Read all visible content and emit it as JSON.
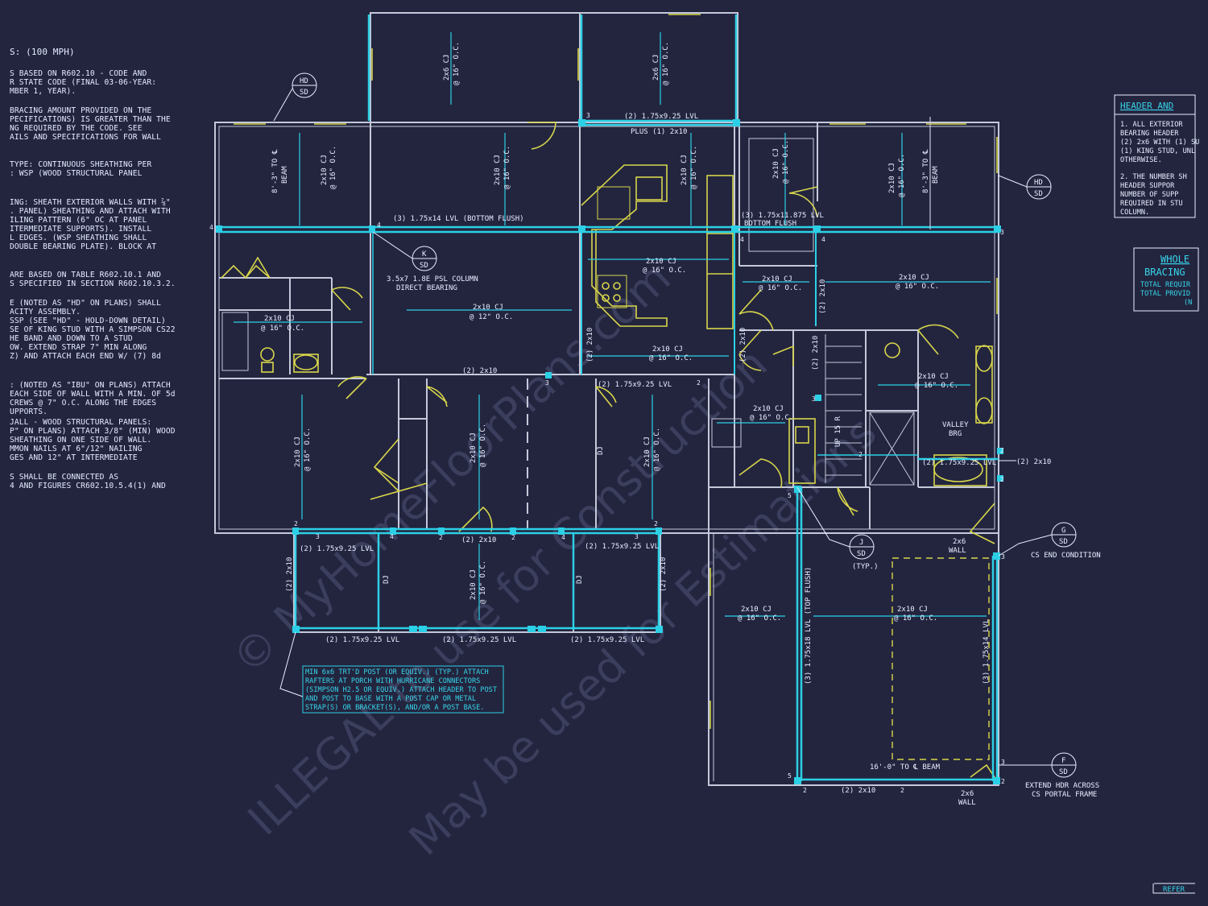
{
  "colors": {
    "background": "#23253f",
    "wall": "#c4c9da",
    "beam": "#2cd0e6",
    "fixture": "#d8d64a",
    "text": "#e8eeff",
    "cyan_text": "#37d6ea",
    "watermark": "#3b3e5c"
  },
  "left_notes": [
    "S: (100 MPH)",
    "S BASED ON R602.10 - CODE AND",
    "R STATE CODE (FINAL 03-06-YEAR:",
    "MBER 1, YEAR).",
    "BRACING AMOUNT PROVIDED ON THE",
    "PECIFICATIONS) IS GREATER THAN THE",
    "NG REQUIRED BY THE CODE. SEE",
    "AILS AND SPECIFICATIONS FOR WALL",
    "TYPE: CONTINUOUS SHEATHING PER",
    ": WSP (WOOD STRUCTURAL PANEL",
    "ING: SHEATH EXTERIOR WALLS WITH ⅞\"",
    ". PANEL) SHEATHING AND ATTACH WITH",
    "ILING PATTERN (6\" OC AT PANEL",
    "ITERMEDIATE SUPPORTS). INSTALL",
    "L EDGES. (WSP SHEATHING SHALL",
    "DOUBLE BEARING PLATE). BLOCK AT",
    "ARE BASED ON TABLE R602.10.1 AND",
    "S SPECIFIED IN SECTION R602.10.3.2.",
    "E (NOTED AS \"HD\" ON PLANS) SHALL",
    "ACITY ASSEMBLY.",
    "SSP (SEE \"HD\" - HOLD-DOWN DETAIL)",
    "SE OF KING STUD WITH A SIMPSON CS22",
    "HE BAND AND DOWN TO A STUD",
    "OW. EXTEND STRAP 7\" MIN ALONG",
    "Z) AND ATTACH EACH END W/ (7) 8d",
    ": (NOTED AS \"IBU\" ON PLANS) ATTACH",
    "EACH SIDE OF WALL WITH A MIN. OF 5d",
    "CREWS @ 7\" O.C. ALONG THE EDGES",
    "UPPORTS.",
    "JALL - WOOD STRUCTURAL PANELS:",
    "P\" ON PLANS) ATTACH 3/8\" (MIN) WOOD",
    "SHEATHING ON ONE SIDE OF WALL.",
    "MMON NAILS AT 6\"/12\" NAILING",
    "GES AND 12\" AT INTERMEDIATE",
    "S SHALL BE CONNECTED AS",
    "4 AND FIGURES CR602.10.5.4(1) AND"
  ],
  "right_notes": {
    "header_title": "HEADER AND",
    "header_lines": [
      "1. ALL EXTERIOR",
      "BEARING HEADER",
      "(2) 2x6 WITH (1) SU",
      "(1) KING STUD, UNL",
      "OTHERWISE.",
      "2. THE NUMBER SH",
      "HEADER SUPPOR",
      "NUMBER OF SUPP",
      "REQUIRED IN STU",
      "COLUMN."
    ],
    "bracing_title_1": "WHOLE",
    "bracing_title_2": "BRACING",
    "bracing_lines": [
      "TOTAL REQUIR",
      "TOTAL PROVID",
      "(N"
    ],
    "refer": "REFER"
  },
  "watermark": {
    "line1": "© MyHomeFloorPlans.com",
    "line2": "ILLEGAL to use for Construction",
    "line3": "May be used for Estimations"
  },
  "callouts": {
    "hd_top": {
      "top": "HD",
      "bottom": "SD"
    },
    "hd_right": {
      "top": "HD",
      "bottom": "SD"
    },
    "k": {
      "top": "K",
      "bottom": "SD"
    },
    "j": {
      "top": "J",
      "bottom": "SD"
    },
    "g": {
      "top": "G",
      "bottom": "SD"
    },
    "f": {
      "top": "F",
      "bottom": "SD"
    }
  },
  "labels": {
    "joist_2x6": "2x6 CJ",
    "spacing_16": "@ 16\" O.C.",
    "joist_2x10": "2x10 CJ",
    "spacing_12": "@ 12\" O.C.",
    "lvl_top": "(2) 1.75x9.25 LVL",
    "plus_2x10": "PLUS (1) 2x10",
    "lvl_bottom_flush": "(3) 1.75x14 LVL (BOTTOM FLUSH)",
    "lvl_11875": "(3) 1.75x11.875 LVL",
    "bottom_flush": "BOTTOM FLUSH",
    "beam_1": "8'-3\" TO ℄",
    "beam_1b": "BEAM",
    "beam_2": "8'-3\" TO ℄",
    "beam_2b": "BEAM",
    "psl_1": "3.5x7 1.8E PSL COLUMN",
    "psl_2": "DIRECT BEARING",
    "hdr_2x10": "(2) 2x10",
    "lvl_mid": "(2) 1.75x9.25 LVL",
    "up_15r": "UP 15 R",
    "valley_1": "VALLEY",
    "valley_2": "BRG",
    "lvl_right": "(2) 1.75x9.25 LVL",
    "hdr_2x10_right": "(2) 2x10",
    "wall_2x6_a": "2x6",
    "wall_2x6_b": "WALL",
    "cs_end": "CS END CONDITION",
    "typ": "(TYP.)",
    "dj": "DJ",
    "porch_lvl_1": "(2) 1.75x9.25 LVL",
    "porch_lvl_2": "(2) 1.75x9.25 LVL",
    "porch_lvl_3": "(2) 1.75x9.25 LVL",
    "porch_lvl_4": "(2) 1.75x9.25 LVL",
    "porch_lvl_5": "(2) 1.75x9.25 LVL",
    "porch_2x10_a": "(2) 2x10",
    "porch_2x10_b": "(2) 2x10",
    "garage_lvl_left": "(3) 1.75x18 LVL (TOP FLUSH)",
    "garage_lvl_right": "(3) 1.75x14 LVL",
    "garage_beam": "16'-0\" TO ℄ BEAM",
    "garage_hdr": "(2) 2x10",
    "extend_1": "EXTEND HDR ACROSS",
    "extend_2": "CS PORTAL FRAME",
    "num_2": "2",
    "num_3": "3",
    "num_4": "4",
    "num_5": "5"
  },
  "post_note": [
    "MIN 6x6 TRT'D POST (OR EQUIV.) (TYP.) ATTACH",
    "RAFTERS AT PORCH WITH HURRICANE CONNECTORS",
    "(SIMPSON H2.5 OR EQUIV.) ATTACH HEADER TO POST",
    "AND POST TO BASE WITH A POST CAP OR METAL",
    "STRAP(S) OR BRACKET(S), AND/OR A POST BASE."
  ]
}
